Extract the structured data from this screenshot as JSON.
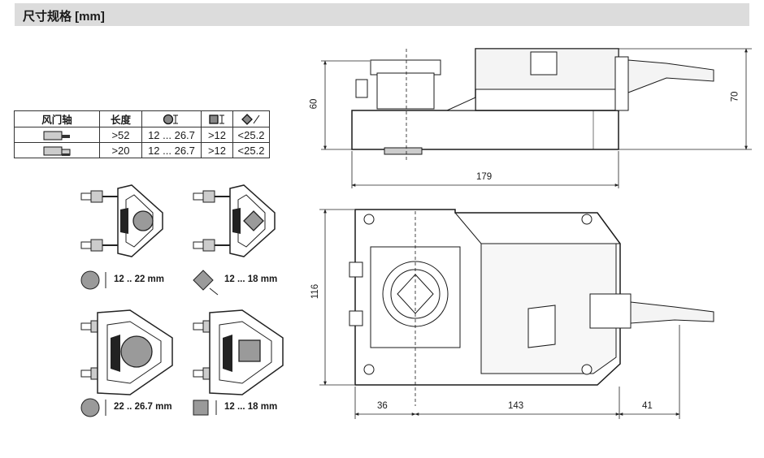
{
  "header": {
    "title": "尺寸规格 [mm]"
  },
  "spec_table": {
    "headers": [
      "风门轴",
      "长度"
    ],
    "shape_icons": [
      "round-shaft-icon",
      "square-shaft-icon",
      "diamond-shaft-icon"
    ],
    "rows": [
      {
        "shaft_icon": "short-shaft-icon",
        "length": ">52",
        "round": "12 ... 26.7",
        "square": ">12",
        "diamond": "<25.2"
      },
      {
        "shaft_icon": "long-shaft-icon",
        "length": ">20",
        "round": "12 ... 26.7",
        "square": ">12",
        "diamond": "<25.2"
      }
    ]
  },
  "clamp_captions": {
    "round_small": "12 .. 22 mm",
    "square_diagonal": "12 ... 18 mm",
    "round_large": "22 .. 26.7 mm",
    "square": "12 ... 18 mm"
  },
  "dimensions": {
    "height_side": "60",
    "height_total": "70",
    "length_side": "179",
    "width_top": "116",
    "offset_left": "36",
    "body_length": "143",
    "cable_offset": "41"
  },
  "colors": {
    "title_bg": "#dcdcdc",
    "line": "#1a1a1a",
    "fill_gray": "#9a9a9a",
    "fill_light": "#c8c8c8"
  }
}
